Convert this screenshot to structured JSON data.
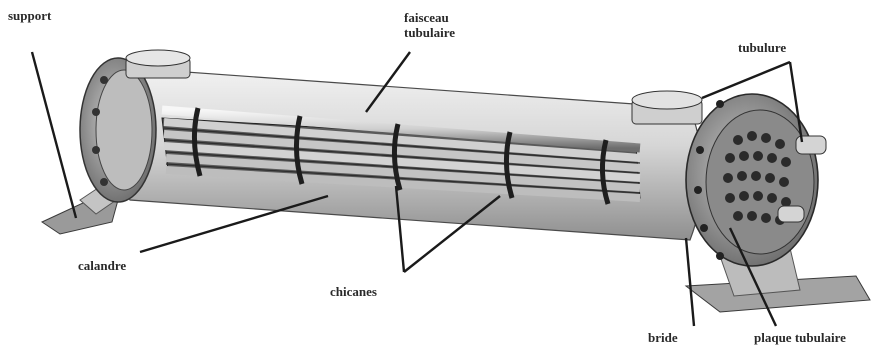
{
  "labels": {
    "support": "support",
    "faisceau_line1": "faisceau",
    "faisceau_line2": "tubulaire",
    "tubulure": "tubulure",
    "calandre": "calandre",
    "chicanes": "chicanes",
    "bride": "bride",
    "plaque_tubulaire": "plaque tubulaire"
  },
  "colors": {
    "background": "#ffffff",
    "shell": "#d9d9d9",
    "metal_dark": "#3a3a3a",
    "tube": "#bdbdbd",
    "leader_line": "#1a1a1a"
  }
}
